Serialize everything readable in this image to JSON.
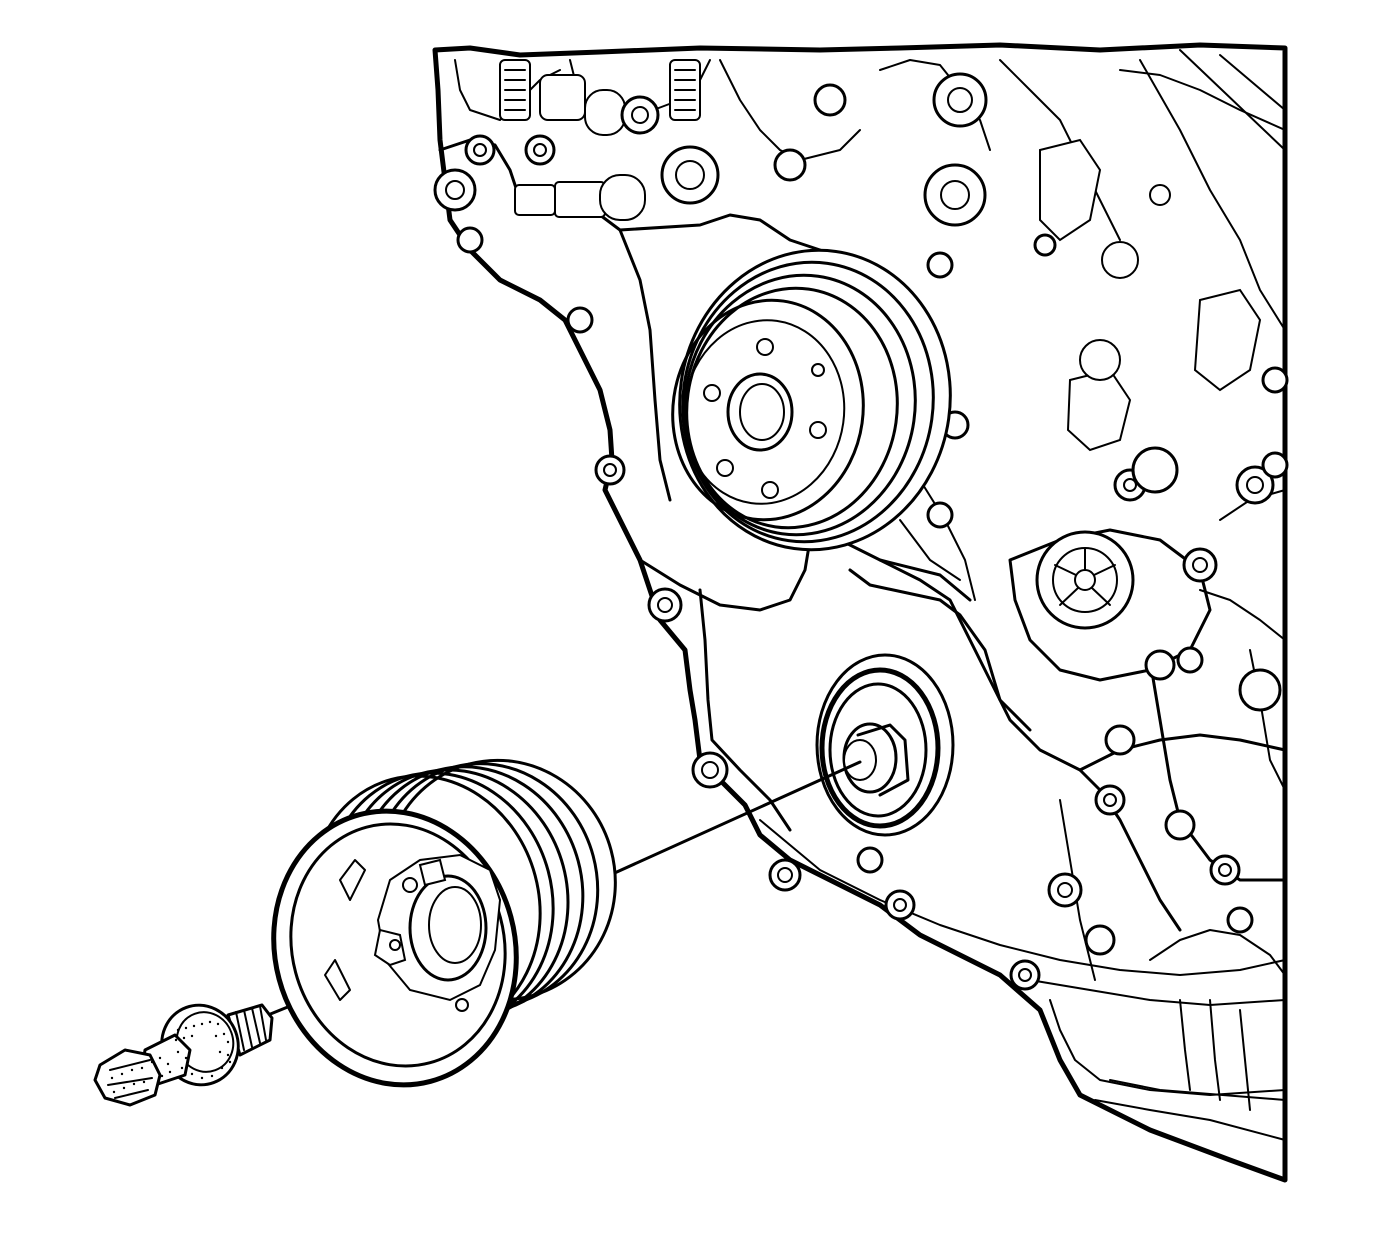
{
  "diagram": {
    "subject": "crankshaft-balancer-installation",
    "colors": {
      "ink": "#000000",
      "paper": "#ffffff"
    },
    "components": [
      {
        "id": "engine-front-cover",
        "icon": "engine-block-icon"
      },
      {
        "id": "water-pump-pulley",
        "icon": "pulley-icon"
      },
      {
        "id": "crankshaft-nose",
        "icon": "shaft-icon"
      },
      {
        "id": "crankshaft-balancer",
        "icon": "balancer-icon"
      },
      {
        "id": "balancer-bolt",
        "icon": "bolt-icon"
      },
      {
        "id": "alignment-line",
        "icon": "leader-line-icon"
      }
    ]
  }
}
